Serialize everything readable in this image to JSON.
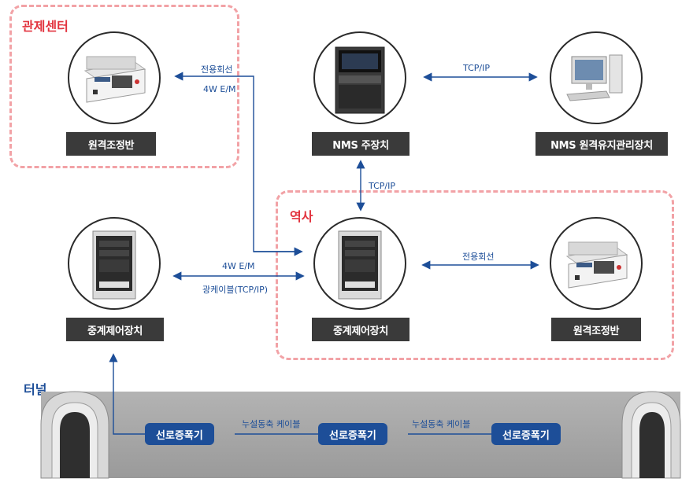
{
  "zones": {
    "control_center": "관제센터",
    "station": "역사",
    "tunnel": "터널"
  },
  "nodes": {
    "remote_panel_top": "원격조정반",
    "nms_main": "NMS 주장치",
    "nms_remote": "NMS 원격유지관리장치",
    "relay_left": "중계제어장치",
    "relay_center": "중계제어장치",
    "remote_panel_right": "원격조정반"
  },
  "links": {
    "dedicated_line_top": "전용회선",
    "em_top": "4W E/M",
    "tcpip_top": "TCP/IP",
    "tcpip_vertical": "TCP/IP",
    "em_middle": "4W E/M",
    "fiber_middle": "광케이블(TCP/IP)",
    "dedicated_line_station": "전용회선",
    "leaky_cable_1": "누설동축 케이블",
    "leaky_cable_2": "누설동축 케이블"
  },
  "amplifiers": [
    "선로증폭기",
    "선로증폭기",
    "선로증폭기"
  ],
  "colors": {
    "zone_border": "#f2a2a6",
    "zone_title": "#e2333e",
    "link": "#1d4e98",
    "label_bg": "#3a3a3a",
    "amplifier_bg": "#1d4e98",
    "tunnel": "#a9a9a9"
  }
}
